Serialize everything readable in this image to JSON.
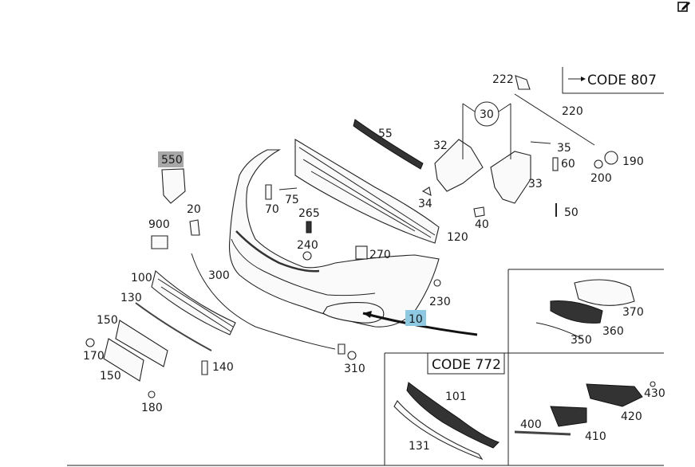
{
  "toolbar": {
    "edit_icon": "edit-icon"
  },
  "codes": {
    "code_807": "CODE 807",
    "code_772": "CODE 772"
  },
  "highlight_colors": {
    "gray": "#a8a8a8",
    "blue": "#8ec9e3"
  },
  "labels": {
    "p222": "222",
    "p220": "220",
    "p30": "30",
    "p55": "55",
    "p32": "32",
    "p35": "35",
    "p60": "60",
    "p190": "190",
    "p200": "200",
    "p33": "33",
    "p50": "50",
    "p34": "34",
    "p40": "40",
    "p120": "120",
    "p75": "75",
    "p70": "70",
    "p265": "265",
    "p240": "240",
    "p270": "270",
    "p550": "550",
    "p20": "20",
    "p900": "900",
    "p300": "300",
    "p100": "100",
    "p130": "130",
    "p150a": "150",
    "p170": "170",
    "p150b": "150",
    "p140": "140",
    "p180": "180",
    "p310": "310",
    "p230": "230",
    "p10": "10",
    "p370": "370",
    "p360": "360",
    "p350": "350",
    "p101": "101",
    "p131": "131",
    "p430": "430",
    "p420": "420",
    "p400": "400",
    "p410": "410"
  }
}
